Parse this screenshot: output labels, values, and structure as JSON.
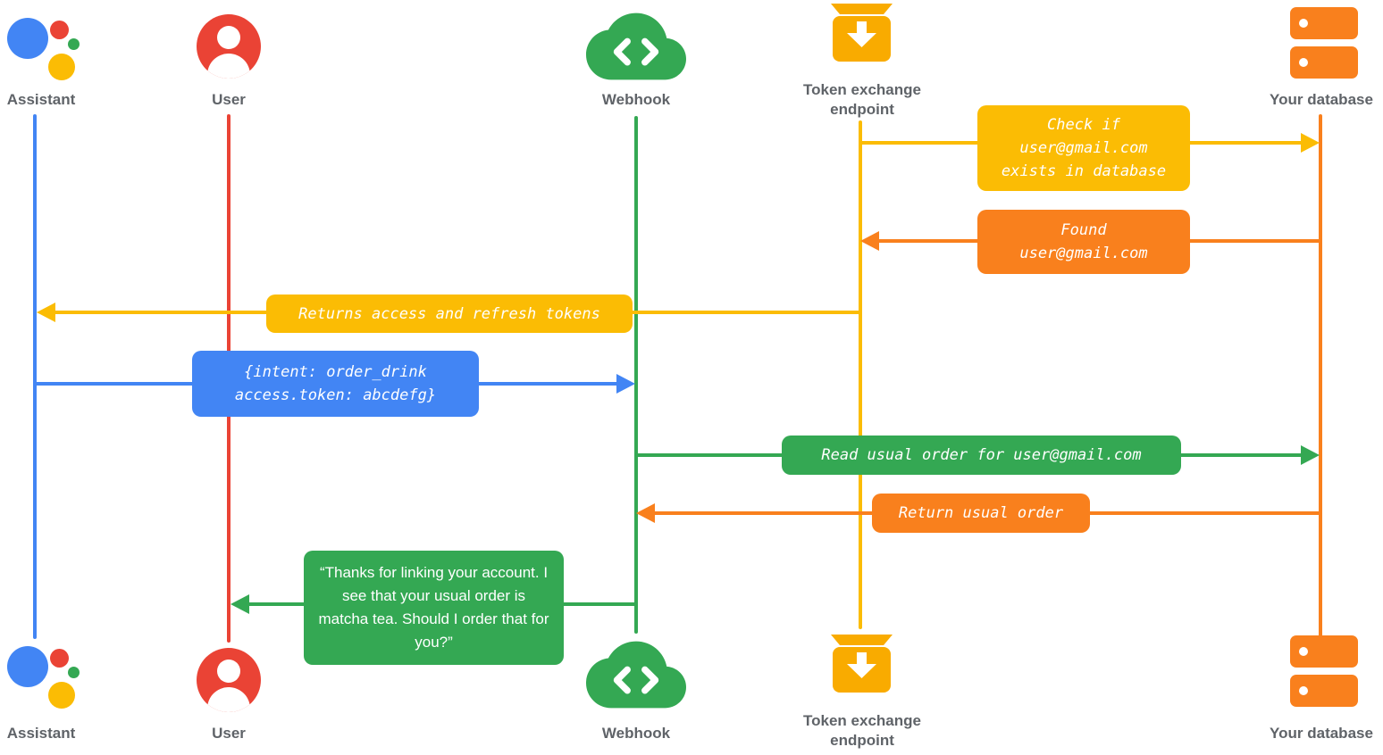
{
  "colors": {
    "blue": "#4285F4",
    "red": "#EA4335",
    "yellow": "#FBBC04",
    "gold": "#F9AB00",
    "green": "#34A853",
    "orange": "#F9801D",
    "label_gray": "#5F6368"
  },
  "actors": {
    "assistant": {
      "label": "Assistant"
    },
    "user": {
      "label": "User"
    },
    "webhook": {
      "label": "Webhook"
    },
    "token": {
      "label": "Token exchange\nendpoint"
    },
    "database": {
      "label": "Your database"
    }
  },
  "messages": {
    "check_exists": {
      "text": "Check if\nuser@gmail.com\nexists in database",
      "from": "token",
      "to": "database",
      "color": "#FBBC04"
    },
    "found_user": {
      "text": "Found\nuser@gmail.com",
      "from": "database",
      "to": "token",
      "color": "#F9801D"
    },
    "returns_tokens": {
      "text": "Returns access and refresh tokens",
      "from": "token",
      "to": "assistant",
      "color": "#FBBC04"
    },
    "intent": {
      "text": "{intent: order_drink\naccess.token: abcdefg}",
      "from": "assistant",
      "to": "webhook",
      "color": "#4285F4"
    },
    "read_order": {
      "text": "Read usual order for user@gmail.com",
      "from": "webhook",
      "to": "database",
      "color": "#34A853"
    },
    "return_order": {
      "text": "Return usual order",
      "from": "database",
      "to": "webhook",
      "color": "#F9801D"
    },
    "thanks": {
      "text": "“Thanks for linking your account. I see that your usual order is matcha tea. Should I order that for you?”",
      "from": "webhook",
      "to": "user",
      "color": "#34A853"
    }
  }
}
